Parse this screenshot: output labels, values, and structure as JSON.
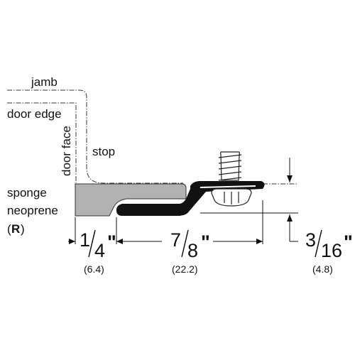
{
  "labels": {
    "jamb": "jamb",
    "door_edge": "door edge",
    "door_face": "door face",
    "stop": "stop",
    "material_line1": "sponge",
    "material_line2": "neoprene",
    "material_mark_open": "(",
    "material_mark": "R",
    "material_mark_close": ")"
  },
  "dimensions": {
    "width_1": {
      "num": "1",
      "den": "4",
      "unit": "\"",
      "metric": "(6.4)"
    },
    "width_2": {
      "num": "7",
      "den": "8",
      "unit": "\"",
      "metric": "(22.2)"
    },
    "height": {
      "num": "3",
      "den": "16",
      "unit": "\"",
      "metric": "(4.8)"
    }
  },
  "colors": {
    "sponge": "#b2b2b2",
    "profile": "#111111",
    "screw": "#ffffff",
    "background": "#ffffff"
  },
  "icons": [
    "screw-icon",
    "registered-mark-icon"
  ]
}
